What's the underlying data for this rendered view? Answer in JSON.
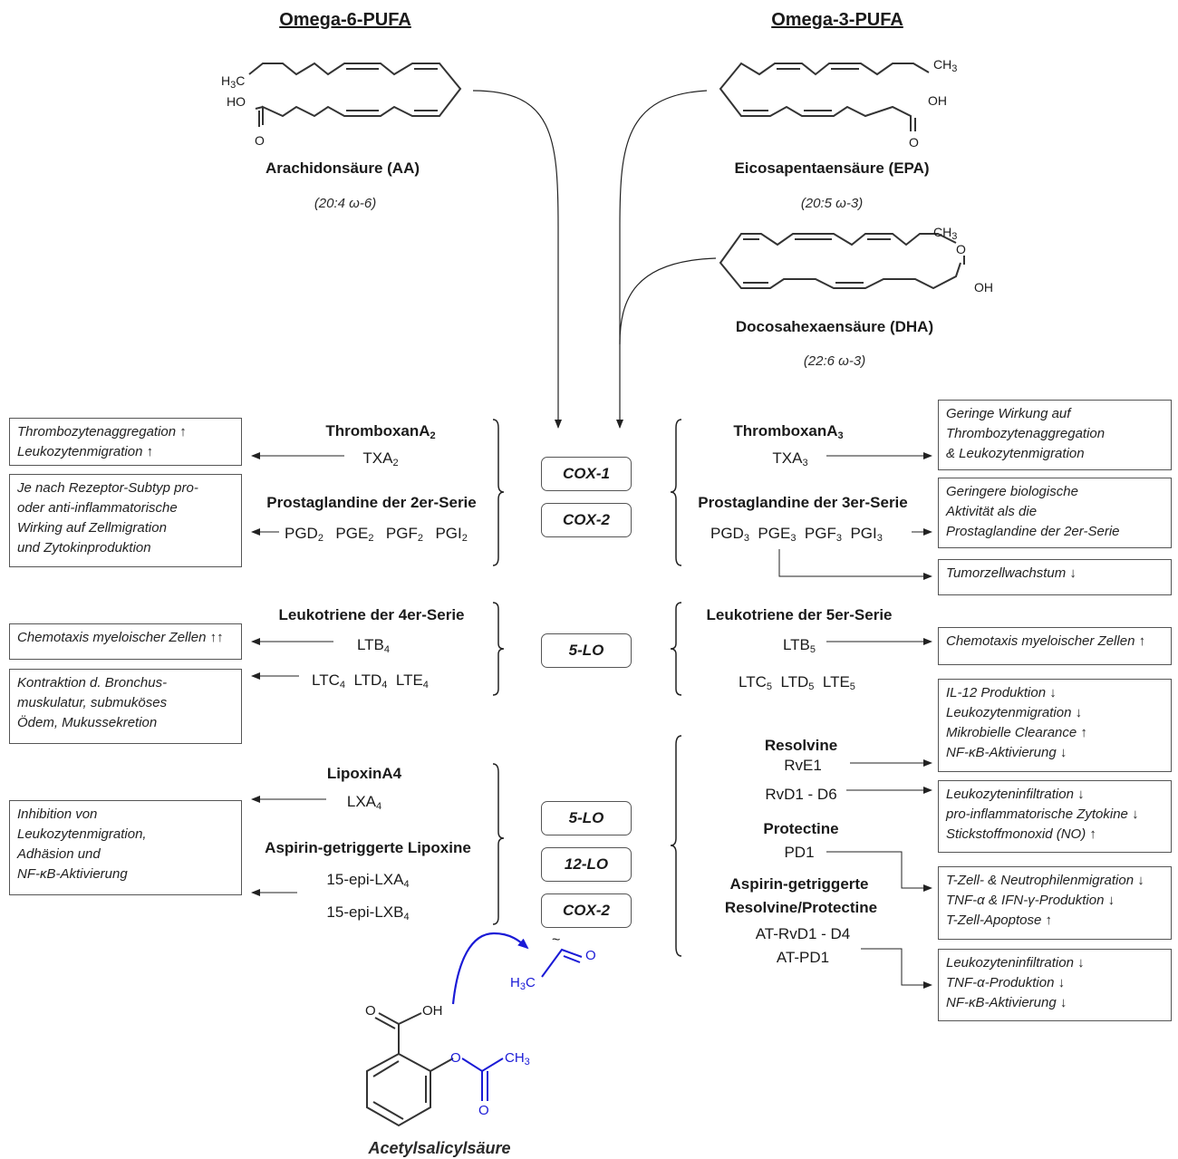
{
  "headers": {
    "omega6": "Omega-6-PUFA",
    "omega3": "Omega-3-PUFA"
  },
  "molecules": {
    "aa": {
      "name": "Arachidonsäure (AA)",
      "formula": "(20:4 ω-6)",
      "ch3": "H3C",
      "oh": "HO",
      "o": "O"
    },
    "epa": {
      "name": "Eicosapentaensäure (EPA)",
      "formula": "(20:5 ω-3)",
      "ch3": "CH3",
      "oh": "OH",
      "o": "O"
    },
    "dha": {
      "name": "Docosahexaensäure (DHA)",
      "formula": "(22:6 ω-3)",
      "ch3": "CH3",
      "oh": "OH",
      "o": "O"
    },
    "asa": {
      "name": "Acetylsalicylsäure",
      "oh": "OH",
      "o1": "O",
      "o2": "O",
      "o3": "O",
      "ch3": "CH3"
    },
    "acetyl": {
      "h3c": "H3C",
      "o": "O",
      "tilde": "~"
    }
  },
  "enzymes": [
    "COX-1",
    "COX-2",
    "5-LO",
    "5-LO",
    "12-LO",
    "COX-2"
  ],
  "left": {
    "tx_title": "ThromboxanA",
    "tx_title_sub": "2",
    "tx_item": "TXA",
    "tx_item_sub": "2",
    "pg_title": "Prostaglandine der 2er-Serie",
    "pg_items": [
      {
        "t": "PGD",
        "s": "2"
      },
      {
        "t": "PGE",
        "s": "2"
      },
      {
        "t": "PGF",
        "s": "2"
      },
      {
        "t": "PGI",
        "s": "2"
      }
    ],
    "lt_title": "Leukotriene der 4er-Serie",
    "ltb": "LTB",
    "ltb_sub": "4",
    "ltc_items": [
      {
        "t": "LTC",
        "s": "4"
      },
      {
        "t": "LTD",
        "s": "4"
      },
      {
        "t": "LTE",
        "s": "4"
      }
    ],
    "lx_title": "LipoxinA4",
    "lxa": "LXA",
    "lxa_sub": "4",
    "asp_title": "Aspirin-getriggerte Lipoxine",
    "epi1": "15-epi-LXA",
    "epi1_sub": "4",
    "epi2": "15-epi-LXB",
    "epi2_sub": "4"
  },
  "right": {
    "tx_title": "ThromboxanA",
    "tx_title_sub": "3",
    "tx_item": "TXA",
    "tx_item_sub": "3",
    "pg_title": "Prostaglandine der 3er-Serie",
    "pg_items": [
      {
        "t": "PGD",
        "s": "3"
      },
      {
        "t": "PGE",
        "s": "3"
      },
      {
        "t": "PGF",
        "s": "3"
      },
      {
        "t": "PGI",
        "s": "3"
      }
    ],
    "lt_title": "Leukotriene der 5er-Serie",
    "ltb": "LTB",
    "ltb_sub": "5",
    "ltc_items": [
      {
        "t": "LTC",
        "s": "5"
      },
      {
        "t": "LTD",
        "s": "5"
      },
      {
        "t": "LTE",
        "s": "5"
      }
    ],
    "rv_title": "Resolvine",
    "rve1": "RvE1",
    "rvd": "RvD1 - D6",
    "pd_title": "Protectine",
    "pd1": "PD1",
    "at_title1": "Aspirin-getriggerte",
    "at_title2": "Resolvine/Protectine",
    "at_rvd": "AT-RvD1 - D4",
    "at_pd1": "AT-PD1"
  },
  "boxes_left": [
    [
      "Thrombozytenaggregation ↑",
      "Leukozytenmigration ↑"
    ],
    [
      "Je nach Rezeptor-Subtyp pro-",
      "oder anti-inflammatorische",
      "Wirking auf Zellmigration",
      "und Zytokinproduktion"
    ],
    [
      "Chemotaxis myeloischer Zellen ↑↑"
    ],
    [
      "Kontraktion d. Bronchus-",
      "muskulatur, submuköses",
      "Ödem, Mukussekretion"
    ],
    [
      "Inhibition von",
      "Leukozytenmigration,",
      "Adhäsion und",
      "NF-κB-Aktivierung"
    ]
  ],
  "boxes_right": [
    [
      "Geringe Wirkung auf",
      "Thrombozytenaggregation",
      "& Leukozytenmigration"
    ],
    [
      "Geringere biologische",
      "Aktivität als die",
      "Prostaglandine der 2er-Serie"
    ],
    [
      "Tumorzellwachstum ↓"
    ],
    [
      "Chemotaxis myeloischer Zellen ↑"
    ],
    [
      "IL-12 Produktion ↓",
      "Leukozytenmigration ↓",
      "Mikrobielle Clearance ↑",
      "NF-κB-Aktivierung ↓"
    ],
    [
      "Leukozyteninfiltration ↓",
      "pro-inflammatorische Zytokine ↓",
      "Stickstoffmonoxid (NO) ↑"
    ],
    [
      "T-Zell- & Neutrophilenmigration ↓",
      "TNF-α & IFN-γ-Produktion ↓",
      "T-Zell-Apoptose ↑"
    ],
    [
      "Leukozyteninfiltration ↓",
      "TNF-α-Produktion ↓",
      "NF-κB-Aktivierung ↓"
    ]
  ],
  "colors": {
    "line": "#222222",
    "aspirin": "#1a1ad6",
    "box_border": "#555555"
  }
}
